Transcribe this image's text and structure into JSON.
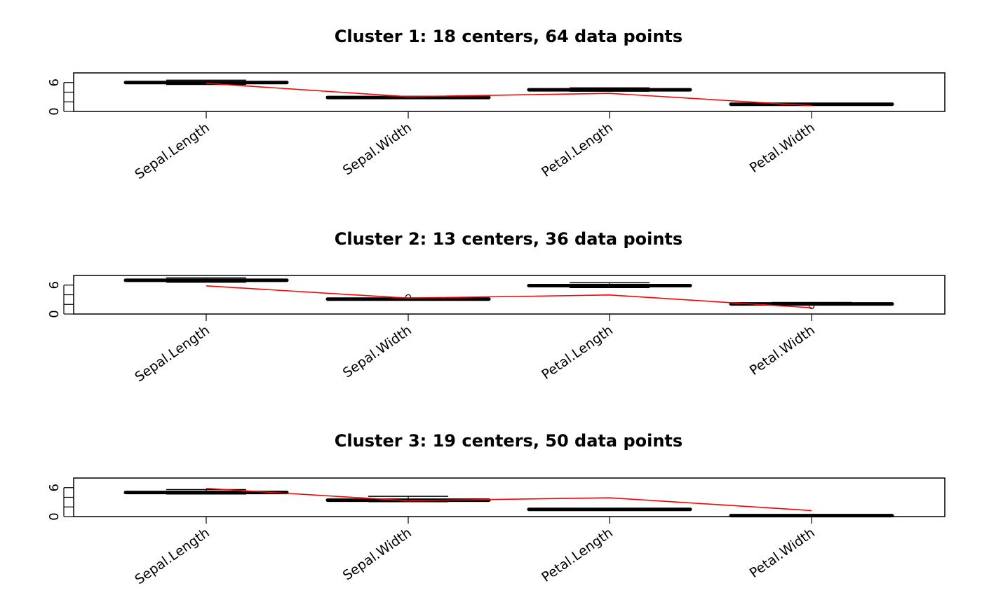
{
  "chart_data": [
    {
      "type": "boxplot",
      "title": "Cluster 1: 18 centers, 64 data points",
      "categories": [
        "Sepal.Length",
        "Sepal.Width",
        "Petal.Length",
        "Petal.Width"
      ],
      "yticks": [
        "0",
        "6"
      ],
      "ylim": [
        0,
        8
      ],
      "boxes": [
        {
          "min": 5.6,
          "q1": 5.8,
          "median": 6.0,
          "q3": 6.2,
          "max": 6.5
        },
        {
          "min": 2.7,
          "q1": 2.8,
          "median": 2.9,
          "q3": 3.0,
          "max": 3.1
        },
        {
          "min": 4.2,
          "q1": 4.3,
          "median": 4.5,
          "q3": 4.7,
          "max": 4.9
        },
        {
          "min": 1.3,
          "q1": 1.4,
          "median": 1.5,
          "q3": 1.6,
          "max": 1.7
        }
      ],
      "reference_line": {
        "color": "#ff0000",
        "values": [
          5.84,
          3.06,
          3.76,
          1.2
        ]
      }
    },
    {
      "type": "boxplot",
      "title": "Cluster 2: 13 centers, 36 data points",
      "categories": [
        "Sepal.Length",
        "Sepal.Width",
        "Petal.Length",
        "Petal.Width"
      ],
      "yticks": [
        "0",
        "6"
      ],
      "ylim": [
        0,
        8
      ],
      "boxes": [
        {
          "min": 6.6,
          "q1": 6.8,
          "median": 7.0,
          "q3": 7.2,
          "max": 7.5
        },
        {
          "min": 2.9,
          "q1": 3.0,
          "median": 3.1,
          "q3": 3.2,
          "max": 3.3,
          "outliers": [
            3.5
          ]
        },
        {
          "min": 5.5,
          "q1": 5.7,
          "median": 5.9,
          "q3": 6.1,
          "max": 6.5
        },
        {
          "min": 1.9,
          "q1": 2.0,
          "median": 2.1,
          "q3": 2.3,
          "max": 2.4,
          "outliers": [
            1.6
          ]
        }
      ],
      "reference_line": {
        "color": "#ff0000",
        "values": [
          5.84,
          3.3,
          3.95,
          1.3
        ]
      }
    },
    {
      "type": "boxplot",
      "title": "Cluster 3: 19 centers, 50 data points",
      "categories": [
        "Sepal.Length",
        "Sepal.Width",
        "Petal.Length",
        "Petal.Width"
      ],
      "yticks": [
        "0",
        "6"
      ],
      "ylim": [
        0,
        8
      ],
      "boxes": [
        {
          "min": 4.7,
          "q1": 4.9,
          "median": 5.0,
          "q3": 5.2,
          "max": 5.6
        },
        {
          "min": 3.1,
          "q1": 3.3,
          "median": 3.4,
          "q3": 3.6,
          "max": 4.2
        },
        {
          "min": 1.3,
          "q1": 1.4,
          "median": 1.5,
          "q3": 1.6,
          "max": 1.7
        },
        {
          "min": 0.1,
          "q1": 0.2,
          "median": 0.2,
          "q3": 0.3,
          "max": 0.4
        }
      ],
      "reference_line": {
        "color": "#ff0000",
        "values": [
          5.84,
          3.3,
          3.9,
          1.25
        ]
      }
    }
  ]
}
